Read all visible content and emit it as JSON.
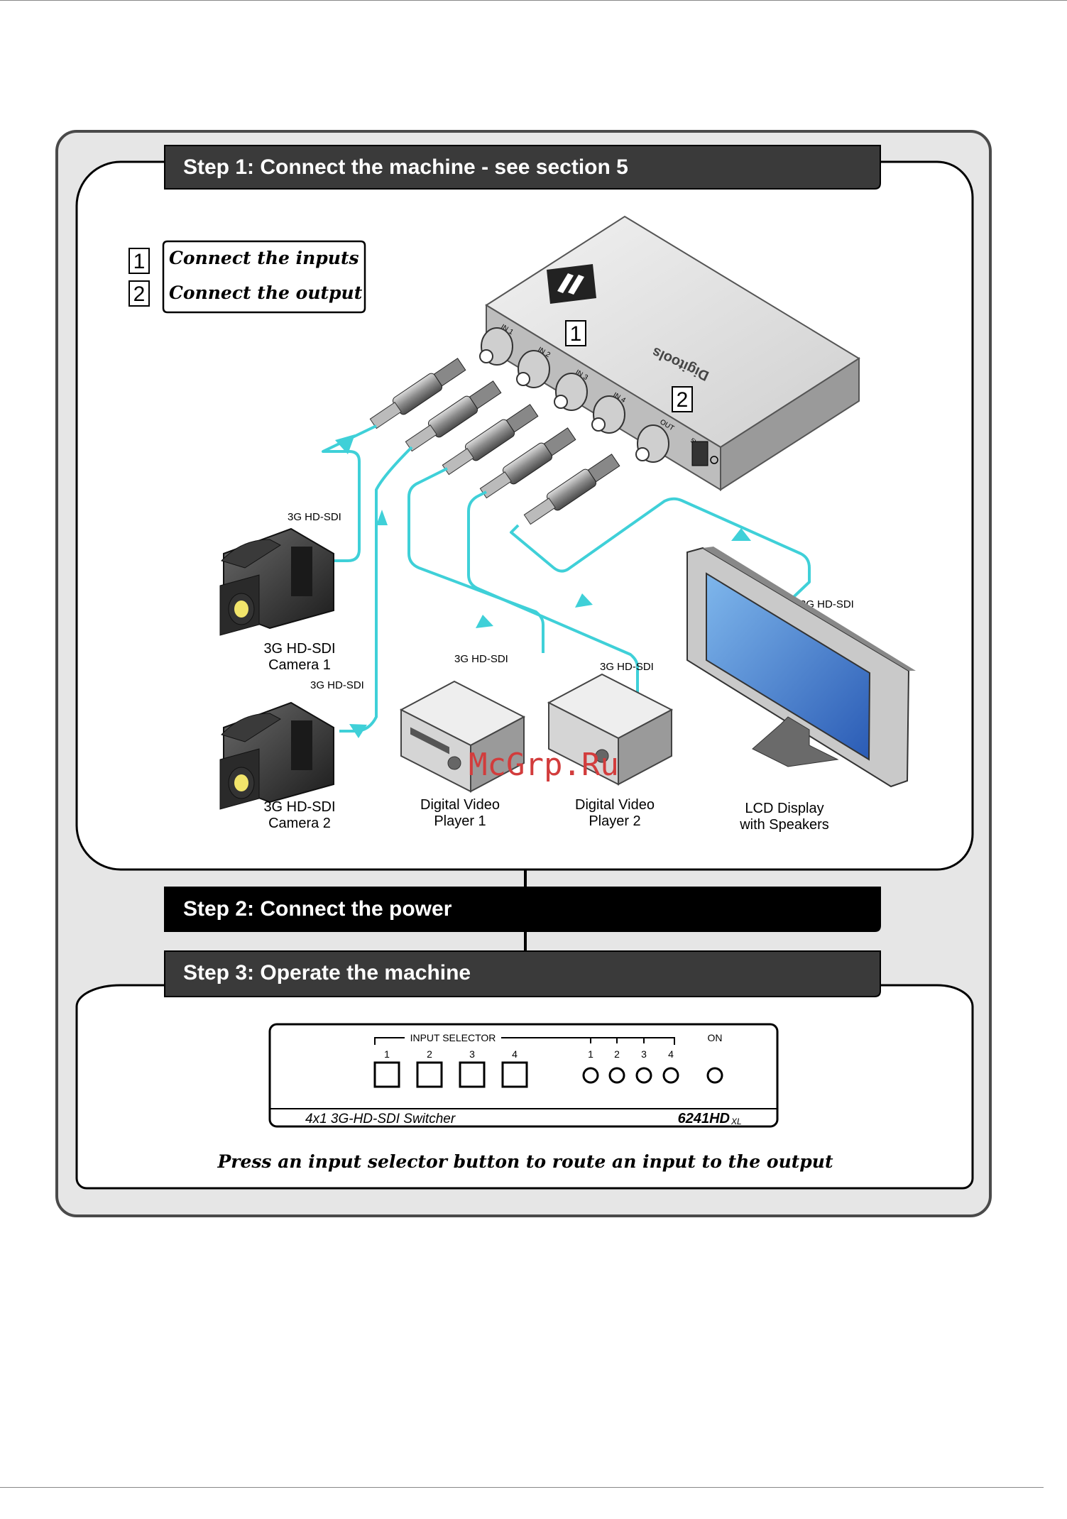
{
  "step1": {
    "title": "Step 1: Connect the machine - see section 5"
  },
  "step2": {
    "title": "Step 2: Connect the power"
  },
  "step3": {
    "title": "Step 3: Operate the machine"
  },
  "legend": {
    "items": [
      {
        "num": "1",
        "text": "Connect the inputs"
      },
      {
        "num": "2",
        "text": "Connect the output"
      }
    ]
  },
  "device": {
    "callout_1": "1",
    "callout_2": "2",
    "ports": [
      "IN 1",
      "IN 2",
      "IN 3",
      "IN 4",
      "OUT",
      "5V DC"
    ],
    "brand_mirrored": "Digitools"
  },
  "signals": {
    "cam1": "3G HD-SDI",
    "cam2": "3G HD-SDI",
    "player1": "3G HD-SDI",
    "player2": "3G HD-SDI",
    "display": "3G HD-SDI"
  },
  "devices": {
    "camera1": [
      "3G HD-SDI",
      "Camera 1"
    ],
    "camera2": [
      "3G HD-SDI",
      "Camera 2"
    ],
    "player1": [
      "Digital Video",
      "Player 1"
    ],
    "player2": [
      "Digital Video",
      "Player 2"
    ],
    "display": [
      "LCD Display",
      "with Speakers"
    ]
  },
  "watermark": "McGrp.Ru",
  "panel": {
    "selector_label": "INPUT SELECTOR",
    "buttons": [
      "1",
      "2",
      "3",
      "4"
    ],
    "leds": [
      "1",
      "2",
      "3",
      "4"
    ],
    "on": "ON",
    "model_desc": "4x1 3G-HD-SDI Switcher",
    "model": "6241HD",
    "model_suffix": "XL"
  },
  "instruction": "Press an input selector button to route an input to the output",
  "colors": {
    "signal": "#3fd0d8",
    "bar_dark": "#3a3a3a",
    "bar_black": "#000000",
    "frame_gray": "#e6e6e6"
  }
}
